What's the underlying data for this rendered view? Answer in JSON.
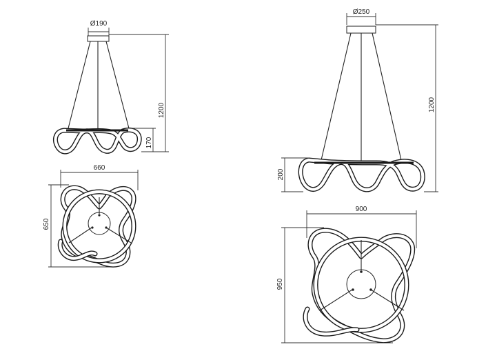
{
  "small_lamp": {
    "side_view": {
      "canopy_diameter": "Ø190",
      "height_label": "1200",
      "body_height_label": "170"
    },
    "top_view": {
      "width_label": "660",
      "depth_label": "650"
    }
  },
  "large_lamp": {
    "side_view": {
      "canopy_diameter": "Ø250",
      "height_label": "1200",
      "body_height_label": "200"
    },
    "top_view": {
      "width_label": "900",
      "depth_label": "950"
    }
  },
  "colors": {
    "line": "#1a1a1a",
    "background": "#ffffff"
  }
}
